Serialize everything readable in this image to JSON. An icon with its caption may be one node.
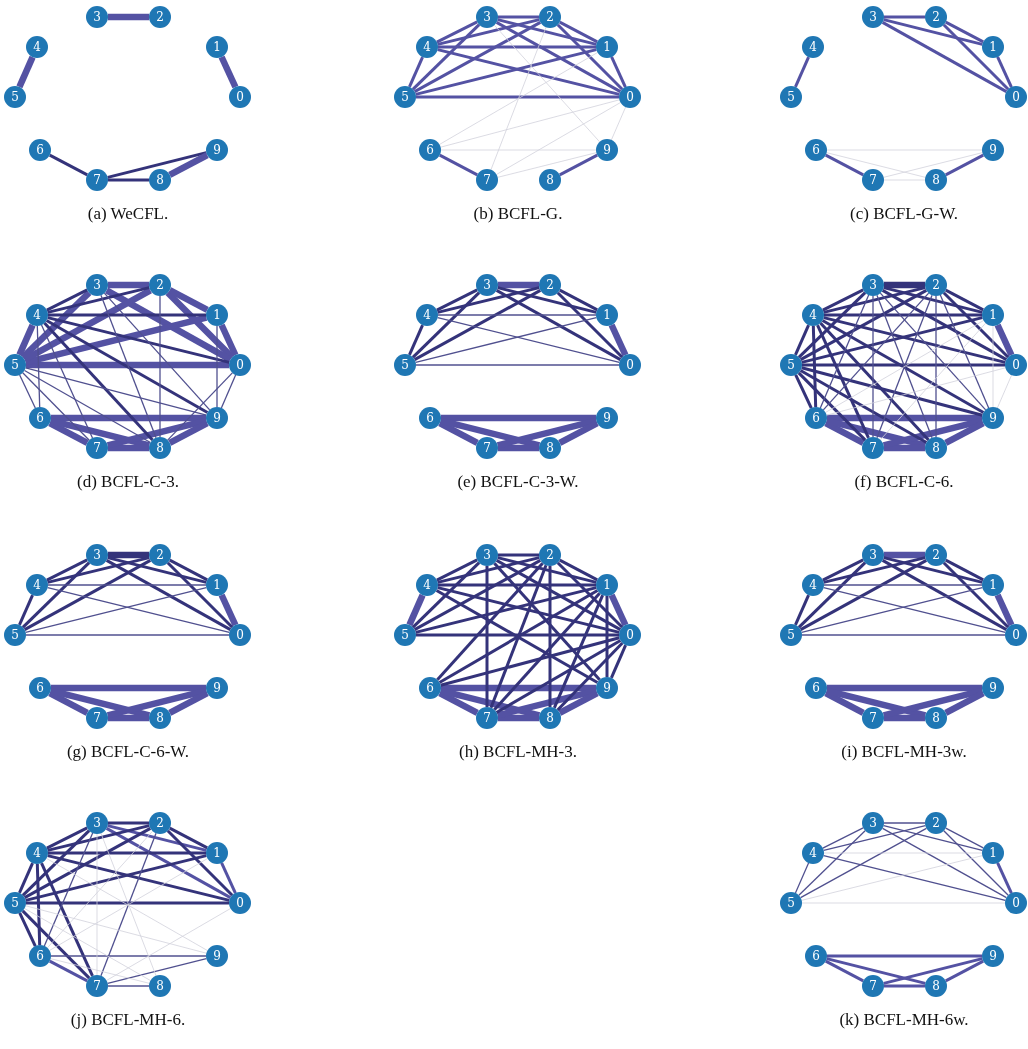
{
  "diagram": {
    "nodes": [
      {
        "text": [
          "0"
        ]
      },
      {
        "text": [
          "1"
        ]
      },
      {
        "text": [
          "2"
        ]
      },
      {
        "text": [
          "3"
        ]
      },
      {
        "text": [
          "4"
        ]
      },
      {
        "text": [
          "5"
        ]
      },
      {
        "text": [
          "6"
        ]
      },
      {
        "text": [
          "7"
        ]
      },
      {
        "text": [
          "8"
        ]
      },
      {
        "text": [
          "9"
        ]
      },
      {
        "text": [
          "0"
        ]
      },
      {
        "text": [
          "1"
        ]
      },
      {
        "text": [
          "2"
        ]
      },
      {
        "text": [
          "3"
        ]
      },
      {
        "text": [
          "4"
        ]
      },
      {
        "text": [
          "5"
        ]
      },
      {
        "text": [
          "6"
        ]
      },
      {
        "text": [
          "7"
        ]
      },
      {
        "text": [
          "8"
        ]
      },
      {
        "text": [
          "9"
        ]
      },
      {
        "text": [
          "0"
        ]
      },
      {
        "text": [
          "1"
        ]
      },
      {
        "text": [
          "2"
        ]
      },
      {
        "text": [
          "3"
        ]
      },
      {
        "text": [
          "4"
        ]
      },
      {
        "text": [
          "5"
        ]
      },
      {
        "text": [
          "6"
        ]
      },
      {
        "text": [
          "7"
        ]
      },
      {
        "text": [
          "8"
        ]
      },
      {
        "text": [
          "9"
        ]
      },
      {
        "text": [
          "0"
        ]
      },
      {
        "text": [
          "1"
        ]
      },
      {
        "text": [
          "2"
        ]
      },
      {
        "text": [
          "3"
        ]
      },
      {
        "text": [
          "4"
        ]
      },
      {
        "text": [
          "5"
        ]
      },
      {
        "text": [
          "6"
        ]
      },
      {
        "text": [
          "7"
        ]
      },
      {
        "text": [
          "8"
        ]
      },
      {
        "text": [
          "9"
        ]
      },
      {
        "text": [
          "0"
        ]
      },
      {
        "text": [
          "1"
        ]
      },
      {
        "text": [
          "2"
        ]
      },
      {
        "text": [
          "3"
        ]
      },
      {
        "text": [
          "4"
        ]
      },
      {
        "text": [
          "5"
        ]
      },
      {
        "text": [
          "6"
        ]
      },
      {
        "text": [
          "7"
        ]
      },
      {
        "text": [
          "8"
        ]
      },
      {
        "text": [
          "9"
        ]
      },
      {
        "text": [
          "0"
        ]
      },
      {
        "text": [
          "1"
        ]
      },
      {
        "text": [
          "2"
        ]
      },
      {
        "text": [
          "3"
        ]
      },
      {
        "text": [
          "4"
        ]
      },
      {
        "text": [
          "5"
        ]
      },
      {
        "text": [
          "6"
        ]
      },
      {
        "text": [
          "7"
        ]
      },
      {
        "text": [
          "8"
        ]
      },
      {
        "text": [
          "9"
        ]
      },
      {
        "text": [
          "0"
        ]
      },
      {
        "text": [
          "1"
        ]
      },
      {
        "text": [
          "2"
        ]
      },
      {
        "text": [
          "3"
        ]
      },
      {
        "text": [
          "4"
        ]
      },
      {
        "text": [
          "5"
        ]
      },
      {
        "text": [
          "6"
        ]
      },
      {
        "text": [
          "7"
        ]
      },
      {
        "text": [
          "8"
        ]
      },
      {
        "text": [
          "9"
        ]
      },
      {
        "text": [
          "0"
        ]
      },
      {
        "text": [
          "1"
        ]
      },
      {
        "text": [
          "2"
        ]
      },
      {
        "text": [
          "3"
        ]
      },
      {
        "text": [
          "4"
        ]
      },
      {
        "text": [
          "5"
        ]
      },
      {
        "text": [
          "6"
        ]
      },
      {
        "text": [
          "7"
        ]
      },
      {
        "text": [
          "8"
        ]
      },
      {
        "text": [
          "9"
        ]
      },
      {
        "text": [
          "0"
        ]
      },
      {
        "text": [
          "1"
        ]
      },
      {
        "text": [
          "2"
        ]
      },
      {
        "text": [
          "3"
        ]
      },
      {
        "text": [
          "4"
        ]
      },
      {
        "text": [
          "5"
        ]
      },
      {
        "text": [
          "6"
        ]
      },
      {
        "text": [
          "7"
        ]
      },
      {
        "text": [
          "8"
        ]
      },
      {
        "text": [
          "9"
        ]
      },
      {
        "text": [
          "0"
        ]
      },
      {
        "text": [
          "1"
        ]
      },
      {
        "text": [
          "2"
        ]
      },
      {
        "text": [
          "3"
        ]
      },
      {
        "text": [
          "4"
        ]
      },
      {
        "text": [
          "5"
        ]
      },
      {
        "text": [
          "6"
        ]
      },
      {
        "text": [
          "7"
        ]
      },
      {
        "text": [
          "8"
        ]
      },
      {
        "text": [
          "9"
        ]
      },
      {
        "text": [
          "0"
        ]
      },
      {
        "text": [
          "1"
        ]
      },
      {
        "text": [
          "2"
        ]
      },
      {
        "text": [
          "3"
        ]
      },
      {
        "text": [
          "4"
        ]
      },
      {
        "text": [
          "5"
        ]
      },
      {
        "text": [
          "6"
        ]
      },
      {
        "text": [
          "7"
        ]
      },
      {
        "text": [
          "8"
        ]
      },
      {
        "text": [
          "9"
        ]
      }
    ],
    "edges": [
      {
        "from": 3,
        "to": 2,
        "arrow": "none",
        "style": "thick"
      },
      {
        "from": 4,
        "to": 5,
        "arrow": "none",
        "style": "thick"
      },
      {
        "from": 1,
        "to": 0,
        "arrow": "none",
        "style": "thick"
      },
      {
        "from": 6,
        "to": 7,
        "arrow": "none",
        "color": "#34337a"
      },
      {
        "from": 7,
        "to": 8,
        "arrow": "none",
        "color": "#34337a"
      },
      {
        "from": 7,
        "to": 9,
        "arrow": "none",
        "color": "#34337a"
      },
      {
        "from": 8,
        "to": 9,
        "arrow": "none",
        "style": "thick"
      },
      {
        "from": 13,
        "to": 12,
        "arrow": "none"
      },
      {
        "from": 13,
        "to": 14,
        "arrow": "none"
      },
      {
        "from": 13,
        "to": 11,
        "arrow": "none"
      },
      {
        "from": 13,
        "to": 10,
        "arrow": "none"
      },
      {
        "from": 13,
        "to": 15,
        "arrow": "none"
      },
      {
        "from": 12,
        "to": 14,
        "arrow": "none"
      },
      {
        "from": 12,
        "to": 11,
        "arrow": "none"
      },
      {
        "from": 12,
        "to": 10,
        "arrow": "none"
      },
      {
        "from": 12,
        "to": 15,
        "arrow": "none"
      },
      {
        "from": 14,
        "to": 11,
        "arrow": "none"
      },
      {
        "from": 14,
        "to": 10,
        "arrow": "none"
      },
      {
        "from": 14,
        "to": 15,
        "arrow": "none"
      },
      {
        "from": 11,
        "to": 15,
        "arrow": "none"
      },
      {
        "from": 11,
        "to": 10,
        "arrow": "none"
      },
      {
        "from": 15,
        "to": 10,
        "arrow": "none"
      },
      {
        "from": 16,
        "to": 17,
        "arrow": "none"
      },
      {
        "from": 19,
        "to": 18,
        "arrow": "none"
      },
      {
        "from": 16,
        "to": 19,
        "arrow": "none",
        "color": "#d2d2dc"
      },
      {
        "from": 16,
        "to": 10,
        "arrow": "none",
        "color": "#d2d2dc"
      },
      {
        "from": 16,
        "to": 11,
        "arrow": "none",
        "color": "#d2d2dc"
      },
      {
        "from": 17,
        "to": 10,
        "arrow": "none",
        "color": "#d2d2dc"
      },
      {
        "from": 17,
        "to": 19,
        "arrow": "none",
        "color": "#d2d2dc"
      },
      {
        "from": 17,
        "to": 12,
        "arrow": "none",
        "color": "#d2d2dc"
      },
      {
        "from": 19,
        "to": 13,
        "arrow": "none",
        "color": "#d2d2dc"
      },
      {
        "from": 19,
        "to": 10,
        "arrow": "none",
        "color": "#d2d2dc"
      },
      {
        "from": 23,
        "to": 22,
        "arrow": "none"
      },
      {
        "from": 23,
        "to": 21,
        "arrow": "none"
      },
      {
        "from": 23,
        "to": 20,
        "arrow": "none"
      },
      {
        "from": 22,
        "to": 21,
        "arrow": "none"
      },
      {
        "from": 22,
        "to": 20,
        "arrow": "none"
      },
      {
        "from": 21,
        "to": 20,
        "arrow": "none"
      },
      {
        "from": 24,
        "to": 25,
        "arrow": "none"
      },
      {
        "from": 26,
        "to": 27,
        "arrow": "none"
      },
      {
        "from": 29,
        "to": 28,
        "arrow": "none"
      },
      {
        "from": 26,
        "to": 29,
        "arrow": "none",
        "color": "#d2d2dc"
      },
      {
        "from": 26,
        "to": 28,
        "arrow": "none",
        "color": "#d2d2dc"
      },
      {
        "from": 27,
        "to": 29,
        "arrow": "none",
        "color": "#d2d2dc"
      },
      {
        "from": 27,
        "to": 28,
        "arrow": "none",
        "color": "#d2d2dc"
      },
      {
        "from": 33,
        "to": 32,
        "arrow": "none",
        "style": "thick"
      },
      {
        "from": 32,
        "to": 30,
        "arrow": "none",
        "style": "thick"
      },
      {
        "from": 33,
        "to": 30,
        "arrow": "none",
        "style": "thick"
      },
      {
        "from": 32,
        "to": 31,
        "arrow": "none",
        "style": "thick"
      },
      {
        "from": 31,
        "to": 30,
        "arrow": "none",
        "style": "thick"
      },
      {
        "from": 35,
        "to": 30,
        "arrow": "none",
        "style": "thick"
      },
      {
        "from": 34,
        "to": 35,
        "arrow": "none",
        "style": "thick"
      },
      {
        "from": 35,
        "to": 31,
        "arrow": "none",
        "style": "thick"
      },
      {
        "from": 35,
        "to": 32,
        "arrow": "none",
        "style": "thick"
      },
      {
        "from": 33,
        "to": 35,
        "arrow": "none",
        "style": "thick"
      },
      {
        "from": 36,
        "to": 39,
        "arrow": "none",
        "style": "thick"
      },
      {
        "from": 36,
        "to": 37,
        "arrow": "none",
        "style": "thick"
      },
      {
        "from": 36,
        "to": 38,
        "arrow": "none",
        "style": "thick"
      },
      {
        "from": 37,
        "to": 38,
        "arrow": "none",
        "style": "thick"
      },
      {
        "from": 37,
        "to": 39,
        "arrow": "none",
        "style": "thick"
      },
      {
        "from": 38,
        "to": 39,
        "arrow": "none",
        "style": "thick"
      },
      {
        "from": 34,
        "to": 33,
        "arrow": "none",
        "color": "#34337a"
      },
      {
        "from": 34,
        "to": 32,
        "arrow": "none",
        "color": "#34337a"
      },
      {
        "from": 34,
        "to": 31,
        "arrow": "none",
        "color": "#34337a"
      },
      {
        "from": 34,
        "to": 30,
        "arrow": "none",
        "color": "#34337a"
      },
      {
        "from": 34,
        "to": 39,
        "arrow": "none",
        "color": "#34337a"
      },
      {
        "from": 34,
        "to": 38,
        "arrow": "none",
        "color": "#34337a"
      },
      {
        "from": 34,
        "to": 36,
        "arrow": "none",
        "color": "#50508f"
      },
      {
        "from": 34,
        "to": 37,
        "arrow": "none",
        "color": "#50508f"
      },
      {
        "from": 35,
        "to": 36,
        "arrow": "none",
        "color": "#50508f"
      },
      {
        "from": 35,
        "to": 37,
        "arrow": "none",
        "color": "#50508f"
      },
      {
        "from": 35,
        "to": 38,
        "arrow": "none",
        "color": "#50508f"
      },
      {
        "from": 35,
        "to": 39,
        "arrow": "none",
        "color": "#50508f"
      },
      {
        "from": 33,
        "to": 38,
        "arrow": "none",
        "color": "#50508f"
      },
      {
        "from": 33,
        "to": 39,
        "arrow": "none",
        "color": "#50508f"
      },
      {
        "from": 32,
        "to": 38,
        "arrow": "none",
        "color": "#50508f"
      },
      {
        "from": 31,
        "to": 39,
        "arrow": "none",
        "color": "#50508f"
      },
      {
        "from": 30,
        "to": 39,
        "arrow": "none",
        "color": "#50508f"
      },
      {
        "from": 30,
        "to": 38,
        "arrow": "none",
        "color": "#50508f"
      },
      {
        "from": 43,
        "to": 42,
        "arrow": "none",
        "style": "thick"
      },
      {
        "from": 41,
        "to": 40,
        "arrow": "none",
        "style": "thick"
      },
      {
        "from": 46,
        "to": 49,
        "arrow": "none",
        "style": "thick"
      },
      {
        "from": 46,
        "to": 47,
        "arrow": "none",
        "style": "thick"
      },
      {
        "from": 46,
        "to": 48,
        "arrow": "none",
        "style": "thick"
      },
      {
        "from": 47,
        "to": 48,
        "arrow": "none",
        "style": "thick"
      },
      {
        "from": 47,
        "to": 49,
        "arrow": "none",
        "style": "thick"
      },
      {
        "from": 48,
        "to": 49,
        "arrow": "none",
        "style": "thick"
      },
      {
        "from": 43,
        "to": 44,
        "arrow": "none",
        "color": "#34337a"
      },
      {
        "from": 43,
        "to": 45,
        "arrow": "none",
        "color": "#34337a"
      },
      {
        "from": 43,
        "to": 41,
        "arrow": "none",
        "color": "#34337a"
      },
      {
        "from": 43,
        "to": 40,
        "arrow": "none",
        "color": "#34337a"
      },
      {
        "from": 42,
        "to": 44,
        "arrow": "none",
        "color": "#34337a"
      },
      {
        "from": 42,
        "to": 45,
        "arrow": "none",
        "color": "#34337a"
      },
      {
        "from": 42,
        "to": 41,
        "arrow": "none",
        "color": "#34337a"
      },
      {
        "from": 42,
        "to": 40,
        "arrow": "none",
        "color": "#34337a"
      },
      {
        "from": 44,
        "to": 45,
        "arrow": "none",
        "color": "#34337a"
      },
      {
        "from": 44,
        "to": 41,
        "arrow": "none",
        "color": "#50508f"
      },
      {
        "from": 44,
        "to": 40,
        "arrow": "none",
        "color": "#50508f"
      },
      {
        "from": 45,
        "to": 41,
        "arrow": "none",
        "color": "#50508f"
      },
      {
        "from": 45,
        "to": 40,
        "arrow": "none",
        "color": "#50508f"
      },
      {
        "from": 53,
        "to": 52,
        "arrow": "none",
        "style": "thick",
        "color": "#34337a"
      },
      {
        "from": 51,
        "to": 50,
        "arrow": "none",
        "style": "thick"
      },
      {
        "from": 56,
        "to": 59,
        "arrow": "none",
        "style": "thick"
      },
      {
        "from": 56,
        "to": 57,
        "arrow": "none",
        "style": "thick"
      },
      {
        "from": 56,
        "to": 58,
        "arrow": "none",
        "style": "thick"
      },
      {
        "from": 57,
        "to": 58,
        "arrow": "none",
        "style": "thick"
      },
      {
        "from": 57,
        "to": 59,
        "arrow": "none",
        "style": "thick"
      },
      {
        "from": 58,
        "to": 59,
        "arrow": "none",
        "style": "thick"
      },
      {
        "from": 53,
        "to": 54,
        "arrow": "none",
        "color": "#34337a"
      },
      {
        "from": 53,
        "to": 55,
        "arrow": "none",
        "color": "#34337a"
      },
      {
        "from": 53,
        "to": 51,
        "arrow": "none",
        "color": "#34337a"
      },
      {
        "from": 53,
        "to": 50,
        "arrow": "none",
        "color": "#34337a"
      },
      {
        "from": 52,
        "to": 54,
        "arrow": "none",
        "color": "#34337a"
      },
      {
        "from": 52,
        "to": 55,
        "arrow": "none",
        "color": "#34337a"
      },
      {
        "from": 52,
        "to": 51,
        "arrow": "none",
        "color": "#34337a"
      },
      {
        "from": 52,
        "to": 50,
        "arrow": "none",
        "color": "#34337a"
      },
      {
        "from": 54,
        "to": 51,
        "arrow": "none",
        "color": "#34337a"
      },
      {
        "from": 54,
        "to": 50,
        "arrow": "none",
        "color": "#34337a"
      },
      {
        "from": 54,
        "to": 55,
        "arrow": "none",
        "color": "#34337a"
      },
      {
        "from": 54,
        "to": 56,
        "arrow": "none",
        "color": "#34337a"
      },
      {
        "from": 54,
        "to": 57,
        "arrow": "none",
        "color": "#34337a"
      },
      {
        "from": 54,
        "to": 58,
        "arrow": "none",
        "color": "#34337a"
      },
      {
        "from": 54,
        "to": 59,
        "arrow": "none",
        "color": "#34337a"
      },
      {
        "from": 55,
        "to": 51,
        "arrow": "none",
        "color": "#34337a"
      },
      {
        "from": 55,
        "to": 50,
        "arrow": "none",
        "color": "#34337a"
      },
      {
        "from": 55,
        "to": 56,
        "arrow": "none",
        "color": "#34337a"
      },
      {
        "from": 55,
        "to": 57,
        "arrow": "none",
        "color": "#34337a"
      },
      {
        "from": 55,
        "to": 58,
        "arrow": "none",
        "color": "#34337a"
      },
      {
        "from": 55,
        "to": 59,
        "arrow": "none",
        "color": "#34337a"
      },
      {
        "from": 53,
        "to": 56,
        "arrow": "none",
        "color": "#50508f"
      },
      {
        "from": 53,
        "to": 57,
        "arrow": "none",
        "color": "#50508f"
      },
      {
        "from": 53,
        "to": 58,
        "arrow": "none",
        "color": "#50508f"
      },
      {
        "from": 53,
        "to": 59,
        "arrow": "none",
        "color": "#50508f"
      },
      {
        "from": 52,
        "to": 56,
        "arrow": "none",
        "color": "#50508f"
      },
      {
        "from": 52,
        "to": 57,
        "arrow": "none",
        "color": "#50508f"
      },
      {
        "from": 52,
        "to": 58,
        "arrow": "none",
        "color": "#50508f"
      },
      {
        "from": 52,
        "to": 59,
        "arrow": "none",
        "color": "#50508f"
      },
      {
        "from": 51,
        "to": 56,
        "arrow": "none",
        "color": "#d2d2dc"
      },
      {
        "from": 51,
        "to": 57,
        "arrow": "none",
        "color": "#d2d2dc"
      },
      {
        "from": 51,
        "to": 59,
        "arrow": "none",
        "color": "#d2d2dc"
      },
      {
        "from": 50,
        "to": 56,
        "arrow": "none",
        "color": "#d2d2dc"
      },
      {
        "from": 50,
        "to": 59,
        "arrow": "none",
        "color": "#d2d2dc"
      },
      {
        "from": 63,
        "to": 62,
        "arrow": "none",
        "style": "thick",
        "color": "#34337a"
      },
      {
        "from": 61,
        "to": 60,
        "arrow": "none",
        "style": "thick"
      },
      {
        "from": 66,
        "to": 69,
        "arrow": "none",
        "style": "thick"
      },
      {
        "from": 66,
        "to": 67,
        "arrow": "none",
        "style": "thick"
      },
      {
        "from": 66,
        "to": 68,
        "arrow": "none",
        "style": "thick"
      },
      {
        "from": 67,
        "to": 68,
        "arrow": "none",
        "style": "thick"
      },
      {
        "from": 67,
        "to": 69,
        "arrow": "none",
        "style": "thick"
      },
      {
        "from": 68,
        "to": 69,
        "arrow": "none",
        "style": "thick"
      },
      {
        "from": 63,
        "to": 64,
        "arrow": "none",
        "color": "#34337a"
      },
      {
        "from": 63,
        "to": 65,
        "arrow": "none",
        "color": "#34337a"
      },
      {
        "from": 63,
        "to": 61,
        "arrow": "none",
        "color": "#34337a"
      },
      {
        "from": 63,
        "to": 60,
        "arrow": "none",
        "color": "#34337a"
      },
      {
        "from": 62,
        "to": 64,
        "arrow": "none",
        "color": "#34337a"
      },
      {
        "from": 62,
        "to": 65,
        "arrow": "none",
        "color": "#34337a"
      },
      {
        "from": 62,
        "to": 61,
        "arrow": "none",
        "color": "#34337a"
      },
      {
        "from": 62,
        "to": 60,
        "arrow": "none",
        "color": "#34337a"
      },
      {
        "from": 64,
        "to": 65,
        "arrow": "none",
        "color": "#34337a"
      },
      {
        "from": 64,
        "to": 61,
        "arrow": "none",
        "color": "#50508f"
      },
      {
        "from": 64,
        "to": 60,
        "arrow": "none",
        "color": "#50508f"
      },
      {
        "from": 65,
        "to": 61,
        "arrow": "none",
        "color": "#50508f"
      },
      {
        "from": 65,
        "to": 60,
        "arrow": "none",
        "color": "#50508f"
      },
      {
        "from": 71,
        "to": 70,
        "arrow": "none",
        "style": "thick"
      },
      {
        "from": 74,
        "to": 75,
        "arrow": "none",
        "style": "thick"
      },
      {
        "from": 76,
        "to": 79,
        "arrow": "none",
        "style": "thick"
      },
      {
        "from": 76,
        "to": 77,
        "arrow": "none",
        "style": "thick"
      },
      {
        "from": 76,
        "to": 78,
        "arrow": "none",
        "style": "thick"
      },
      {
        "from": 77,
        "to": 78,
        "arrow": "none",
        "style": "thick"
      },
      {
        "from": 77,
        "to": 79,
        "arrow": "none",
        "style": "thick"
      },
      {
        "from": 78,
        "to": 79,
        "arrow": "none",
        "style": "thick"
      },
      {
        "from": 73,
        "to": 72,
        "arrow": "none",
        "color": "#34337a"
      },
      {
        "from": 73,
        "to": 74,
        "arrow": "none",
        "color": "#34337a"
      },
      {
        "from": 73,
        "to": 75,
        "arrow": "none",
        "color": "#34337a"
      },
      {
        "from": 73,
        "to": 71,
        "arrow": "none",
        "color": "#34337a"
      },
      {
        "from": 73,
        "to": 70,
        "arrow": "none",
        "color": "#34337a"
      },
      {
        "from": 73,
        "to": 77,
        "arrow": "none",
        "color": "#34337a"
      },
      {
        "from": 73,
        "to": 79,
        "arrow": "none",
        "color": "#34337a"
      },
      {
        "from": 72,
        "to": 74,
        "arrow": "none",
        "color": "#34337a"
      },
      {
        "from": 72,
        "to": 75,
        "arrow": "none",
        "color": "#34337a"
      },
      {
        "from": 72,
        "to": 71,
        "arrow": "none",
        "color": "#34337a"
      },
      {
        "from": 72,
        "to": 70,
        "arrow": "none",
        "color": "#34337a"
      },
      {
        "from": 72,
        "to": 76,
        "arrow": "none",
        "color": "#34337a"
      },
      {
        "from": 72,
        "to": 77,
        "arrow": "none",
        "color": "#34337a"
      },
      {
        "from": 72,
        "to": 78,
        "arrow": "none",
        "color": "#34337a"
      },
      {
        "from": 74,
        "to": 71,
        "arrow": "none",
        "color": "#34337a"
      },
      {
        "from": 74,
        "to": 70,
        "arrow": "none",
        "color": "#34337a"
      },
      {
        "from": 75,
        "to": 71,
        "arrow": "none",
        "color": "#34337a"
      },
      {
        "from": 75,
        "to": 70,
        "arrow": "none",
        "color": "#34337a"
      },
      {
        "from": 76,
        "to": 71,
        "arrow": "none",
        "color": "#34337a"
      },
      {
        "from": 76,
        "to": 70,
        "arrow": "none",
        "color": "#34337a"
      },
      {
        "from": 77,
        "to": 71,
        "arrow": "none",
        "color": "#34337a"
      },
      {
        "from": 77,
        "to": 70,
        "arrow": "none",
        "color": "#34337a"
      },
      {
        "from": 78,
        "to": 71,
        "arrow": "none",
        "color": "#34337a"
      },
      {
        "from": 78,
        "to": 70,
        "arrow": "none",
        "color": "#34337a"
      },
      {
        "from": 79,
        "to": 71,
        "arrow": "none",
        "color": "#34337a"
      },
      {
        "from": 79,
        "to": 70,
        "arrow": "none",
        "color": "#34337a"
      },
      {
        "from": 74,
        "to": 79,
        "arrow": "none",
        "color": "#34337a"
      },
      {
        "from": 83,
        "to": 82,
        "arrow": "none",
        "style": "thick"
      },
      {
        "from": 81,
        "to": 80,
        "arrow": "none",
        "style": "thick"
      },
      {
        "from": 86,
        "to": 89,
        "arrow": "none",
        "style": "thick"
      },
      {
        "from": 86,
        "to": 87,
        "arrow": "none",
        "style": "thick"
      },
      {
        "from": 86,
        "to": 88,
        "arrow": "none",
        "style": "thick"
      },
      {
        "from": 87,
        "to": 88,
        "arrow": "none",
        "style": "thick"
      },
      {
        "from": 87,
        "to": 89,
        "arrow": "none",
        "style": "thick"
      },
      {
        "from": 88,
        "to": 89,
        "arrow": "none",
        "style": "thick"
      },
      {
        "from": 83,
        "to": 84,
        "arrow": "none",
        "color": "#34337a"
      },
      {
        "from": 83,
        "to": 85,
        "arrow": "none",
        "color": "#34337a"
      },
      {
        "from": 83,
        "to": 81,
        "arrow": "none",
        "color": "#34337a"
      },
      {
        "from": 83,
        "to": 80,
        "arrow": "none",
        "color": "#34337a"
      },
      {
        "from": 82,
        "to": 84,
        "arrow": "none",
        "color": "#34337a"
      },
      {
        "from": 82,
        "to": 85,
        "arrow": "none",
        "color": "#34337a"
      },
      {
        "from": 82,
        "to": 81,
        "arrow": "none",
        "color": "#34337a"
      },
      {
        "from": 82,
        "to": 80,
        "arrow": "none",
        "color": "#34337a"
      },
      {
        "from": 84,
        "to": 85,
        "arrow": "none",
        "color": "#34337a"
      },
      {
        "from": 84,
        "to": 81,
        "arrow": "none",
        "color": "#50508f"
      },
      {
        "from": 84,
        "to": 80,
        "arrow": "none",
        "color": "#50508f"
      },
      {
        "from": 85,
        "to": 81,
        "arrow": "none",
        "color": "#50508f"
      },
      {
        "from": 85,
        "to": 80,
        "arrow": "none",
        "color": "#50508f"
      },
      {
        "from": 91,
        "to": 90,
        "arrow": "none"
      },
      {
        "from": 93,
        "to": 91,
        "arrow": "none"
      },
      {
        "from": 93,
        "to": 90,
        "arrow": "none"
      },
      {
        "from": 96,
        "to": 97,
        "arrow": "none"
      },
      {
        "from": 93,
        "to": 92,
        "arrow": "none",
        "color": "#34337a"
      },
      {
        "from": 93,
        "to": 94,
        "arrow": "none",
        "color": "#34337a"
      },
      {
        "from": 93,
        "to": 95,
        "arrow": "none",
        "color": "#34337a"
      },
      {
        "from": 92,
        "to": 94,
        "arrow": "none",
        "color": "#34337a"
      },
      {
        "from": 92,
        "to": 95,
        "arrow": "none",
        "color": "#34337a"
      },
      {
        "from": 92,
        "to": 91,
        "arrow": "none",
        "color": "#34337a"
      },
      {
        "from": 92,
        "to": 90,
        "arrow": "none",
        "color": "#34337a"
      },
      {
        "from": 94,
        "to": 91,
        "arrow": "none",
        "color": "#34337a"
      },
      {
        "from": 94,
        "to": 90,
        "arrow": "none",
        "color": "#34337a"
      },
      {
        "from": 94,
        "to": 95,
        "arrow": "none",
        "color": "#34337a"
      },
      {
        "from": 95,
        "to": 91,
        "arrow": "none",
        "color": "#34337a"
      },
      {
        "from": 95,
        "to": 90,
        "arrow": "none",
        "color": "#34337a"
      },
      {
        "from": 94,
        "to": 96,
        "arrow": "none",
        "color": "#34337a"
      },
      {
        "from": 94,
        "to": 97,
        "arrow": "none",
        "color": "#34337a"
      },
      {
        "from": 95,
        "to": 96,
        "arrow": "none",
        "color": "#34337a"
      },
      {
        "from": 95,
        "to": 97,
        "arrow": "none",
        "color": "#34337a"
      },
      {
        "from": 96,
        "to": 99,
        "arrow": "none",
        "color": "#50508f"
      },
      {
        "from": 97,
        "to": 99,
        "arrow": "none",
        "color": "#50508f"
      },
      {
        "from": 97,
        "to": 98,
        "arrow": "none",
        "color": "#50508f"
      },
      {
        "from": 93,
        "to": 96,
        "arrow": "none",
        "color": "#50508f"
      },
      {
        "from": 92,
        "to": 97,
        "arrow": "none",
        "color": "#50508f"
      },
      {
        "from": 95,
        "to": 99,
        "arrow": "none",
        "color": "#d2d2dc"
      },
      {
        "from": 95,
        "to": 98,
        "arrow": "none",
        "color": "#d2d2dc"
      },
      {
        "from": 94,
        "to": 99,
        "arrow": "none",
        "color": "#d2d2dc"
      },
      {
        "from": 93,
        "to": 97,
        "arrow": "none",
        "color": "#d2d2dc"
      },
      {
        "from": 93,
        "to": 98,
        "arrow": "none",
        "color": "#d2d2dc"
      },
      {
        "from": 92,
        "to": 96,
        "arrow": "none",
        "color": "#d2d2dc"
      },
      {
        "from": 96,
        "to": 98,
        "arrow": "none",
        "color": "#d2d2dc"
      },
      {
        "from": 90,
        "to": 97,
        "arrow": "none",
        "color": "#d2d2dc"
      },
      {
        "from": 91,
        "to": 96,
        "arrow": "none",
        "color": "#d2d2dc"
      },
      {
        "from": 101,
        "to": 100,
        "arrow": "none"
      },
      {
        "from": 106,
        "to": 109,
        "arrow": "none"
      },
      {
        "from": 106,
        "to": 107,
        "arrow": "none"
      },
      {
        "from": 106,
        "to": 108,
        "arrow": "none"
      },
      {
        "from": 107,
        "to": 108,
        "arrow": "none"
      },
      {
        "from": 107,
        "to": 109,
        "arrow": "none"
      },
      {
        "from": 108,
        "to": 109,
        "arrow": "none"
      },
      {
        "from": 103,
        "to": 102,
        "arrow": "none",
        "color": "#50508f"
      },
      {
        "from": 103,
        "to": 104,
        "arrow": "none",
        "color": "#50508f"
      },
      {
        "from": 103,
        "to": 105,
        "arrow": "none",
        "color": "#50508f"
      },
      {
        "from": 103,
        "to": 101,
        "arrow": "none",
        "color": "#50508f"
      },
      {
        "from": 103,
        "to": 100,
        "arrow": "none",
        "color": "#50508f"
      },
      {
        "from": 102,
        "to": 104,
        "arrow": "none",
        "color": "#50508f"
      },
      {
        "from": 102,
        "to": 105,
        "arrow": "none",
        "color": "#50508f"
      },
      {
        "from": 102,
        "to": 101,
        "arrow": "none",
        "color": "#50508f"
      },
      {
        "from": 102,
        "to": 100,
        "arrow": "none",
        "color": "#50508f"
      },
      {
        "from": 104,
        "to": 105,
        "arrow": "none",
        "color": "#50508f"
      },
      {
        "from": 104,
        "to": 100,
        "arrow": "none",
        "color": "#50508f"
      },
      {
        "from": 104,
        "to": 101,
        "arrow": "none",
        "color": "#d2d2dc"
      },
      {
        "from": 105,
        "to": 101,
        "arrow": "none",
        "color": "#d2d2dc"
      },
      {
        "from": 105,
        "to": 100,
        "arrow": "none",
        "color": "#d2d2dc"
      }
    ],
    "labels": [
      "(a) WeCFL.",
      "(b) BCFL-G.",
      "(c) BCFL-G-W.",
      "(d) BCFL-C-3.",
      "(e) BCFL-C-3-W.",
      "(f) BCFL-C-6.",
      "(g) BCFL-C-6-W.",
      "(h) BCFL-MH-3.",
      "(i) BCFL-MH-3w.",
      "(j) BCFL-MH-6.",
      "(k) BCFL-MH-6w."
    ]
  }
}
